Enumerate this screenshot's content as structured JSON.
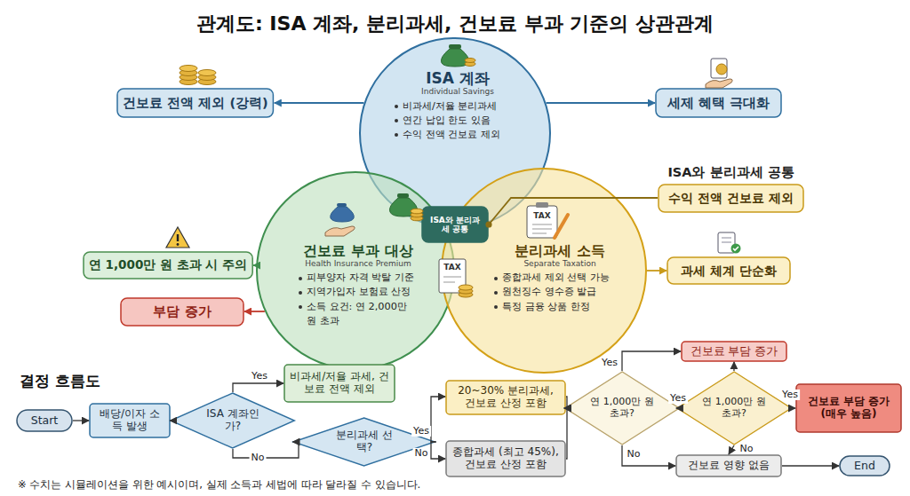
{
  "diagram": {
    "title": "관계도: ISA 계좌, 분리과세, 건보료 부과 기준의 상관관계",
    "caption": "※ 수치는 시뮬레이션을 위한 예시이며, 실제 소득과 세법에 따라 달라질 수 있습니다.",
    "nodes": [
      {
        "text": [
          "ISA 계좌",
          "Individual Savings",
          "비과세/저율 분리과세",
          "연간 납입 한도 있음",
          "수익 전액 건보료 제외"
        ]
      },
      {
        "text": [
          "건보료 부과 대상",
          "Health Insurance Premium",
          "피부양자 자격 박탈 기준",
          "지역가입자 보험료 산정",
          "소득 요건: 연 2,000만 원 초과"
        ]
      },
      {
        "text": [
          "분리과세 소득",
          "Separate Taxation",
          "종합과세 제외 선택 가능",
          "원천징수 영수증 발급",
          "특정 금융 상품 한정"
        ]
      },
      {
        "text": [
          "ISA와 분리과세 공통"
        ]
      },
      {
        "text": [
          "건보료 전액 제외 (강력)"
        ]
      },
      {
        "text": [
          "세제 혜택 극대화"
        ]
      },
      {
        "text": [
          "ISA와 분리과세 공통",
          "수익 전액 건보료 제외"
        ]
      },
      {
        "text": [
          "연 1,000만 원 초과 시 주의"
        ]
      },
      {
        "text": [
          "과세 체계 단순화"
        ]
      },
      {
        "text": [
          "부담 증가"
        ]
      },
      {
        "text": [
          "Start"
        ]
      },
      {
        "text": [
          "배당/이자 소득 발생"
        ]
      },
      {
        "text": [
          "ISA 계좌인가?"
        ]
      },
      {
        "text": [
          "비과세/저율 과세, 건보료 전액 제외"
        ]
      },
      {
        "text": [
          "분리과세 선택?"
        ]
      },
      {
        "text": [
          "20~30% 분리과세, 건보료 산정 포함"
        ]
      },
      {
        "text": [
          "종합과세 (최고 45%), 건보료 산정 포함"
        ]
      },
      {
        "text": [
          "연 1,000만 원 초과?"
        ]
      },
      {
        "text": [
          "건보료 부담 증가"
        ]
      },
      {
        "text": [
          "연 1,000만 원 초과?"
        ]
      },
      {
        "text": [
          "건보료 부담 증가 (매우 높음)"
        ]
      },
      {
        "text": [
          "건보료 영향 없음"
        ]
      },
      {
        "text": [
          "End"
        ]
      }
    ],
    "edges": [
      {
        "from": 0,
        "to": 4,
        "arrow": "to"
      },
      {
        "from": 0,
        "to": 5,
        "arrow": "to"
      },
      {
        "from": 3,
        "to": 6,
        "arrow": "none"
      },
      {
        "from": 1,
        "to": 7,
        "arrow": "to"
      },
      {
        "from": 1,
        "to": 9,
        "arrow": "to"
      },
      {
        "from": 2,
        "to": 8,
        "arrow": "to"
      },
      {
        "from": 10,
        "to": 11,
        "arrow": "to"
      },
      {
        "from": 11,
        "to": 12,
        "arrow": "to"
      },
      {
        "from": 12,
        "to": 13,
        "label": "Yes",
        "arrow": "to"
      },
      {
        "from": 12,
        "to": 14,
        "label": "No",
        "arrow": "to"
      },
      {
        "from": 14,
        "to": 15,
        "label": "Yes",
        "arrow": "to"
      },
      {
        "from": 14,
        "to": 16,
        "label": "No",
        "arrow": "to"
      },
      {
        "from": 15,
        "to": 17,
        "arrow": "to"
      },
      {
        "from": 16,
        "to": 17,
        "arrow": "to"
      },
      {
        "from": 17,
        "to": 18,
        "label": "Yes",
        "arrow": "to"
      },
      {
        "from": 17,
        "to": 19,
        "label": "Yes",
        "arrow": "to"
      },
      {
        "from": 17,
        "to": 21,
        "label": "No",
        "arrow": "to"
      },
      {
        "from": 19,
        "to": 18,
        "arrow": "to"
      },
      {
        "from": 19,
        "to": 20,
        "label": "Yes",
        "arrow": "to"
      },
      {
        "from": 19,
        "to": 21,
        "label": "No",
        "arrow": "to"
      },
      {
        "from": 21,
        "to": 22,
        "arrow": "to"
      }
    ],
    "labels": [
      "결정 흐름도",
      "TAX",
      "TAX"
    ]
  }
}
